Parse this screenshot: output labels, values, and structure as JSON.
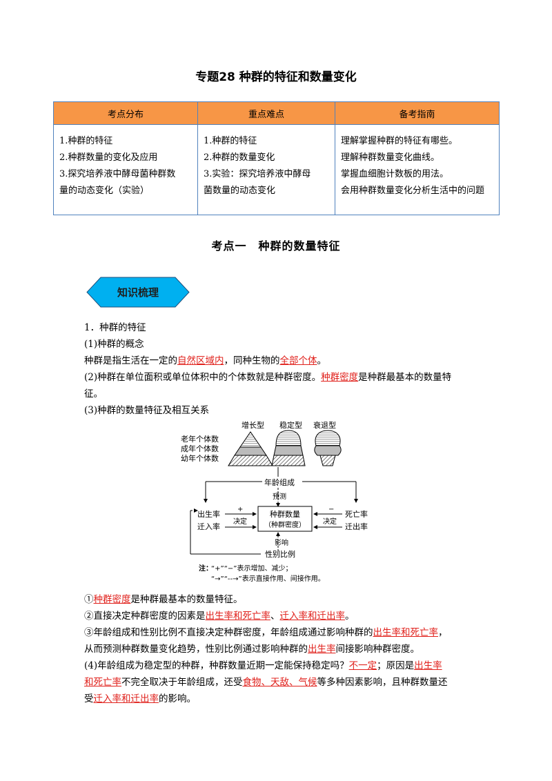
{
  "title": "专题28 种群的特征和数量变化",
  "table": {
    "headers": [
      "考点分布",
      "重点难点",
      "备考指南"
    ],
    "col1": [
      "1.种群的特征",
      "2.种群数量的变化及应用",
      "3.探究培养液中酵母菌种群数",
      "量的动态变化（实验）"
    ],
    "col2": [
      "1.种群的特征",
      "2.种群的数量变化",
      "3.实验：探究培养液中酵母",
      "菌数量的动态变化"
    ],
    "col3": [
      "理解掌握种群的特征有哪些。",
      "理解种群数量变化曲线。",
      "掌握血细胞计数板的用法。",
      "会用种群数量变化分析生活中的问题"
    ]
  },
  "section_title": "考点一　种群的数量特征",
  "badge": "知识梳理",
  "p1": "1．种群的特征",
  "p2": "(1)种群的概念",
  "p3": {
    "a": "种群是指生活在一定的",
    "b": "自然区域内",
    "c": "，同种生物的",
    "d": "全部个体",
    "e": "。"
  },
  "p4": {
    "a": "(2)种群在单位面积或单位体积中的个体数就是种群密度。",
    "b": "种群密度",
    "c": "是种群最基本的数量特",
    "d": "征。"
  },
  "p5": "(3)种群的数量特征及相互关系",
  "diagram": {
    "types": [
      "增长型",
      "稳定型",
      "衰退型"
    ],
    "ages": [
      "老年个体数",
      "成年个体数",
      "幼年个体数"
    ],
    "age_structure": "年龄组成",
    "predict": "预测",
    "birth": "出生率",
    "immigration": "迁入率",
    "death": "死亡率",
    "emigration": "迁出率",
    "decide_left": "决定",
    "decide_right": "决定",
    "plus": "+",
    "minus": "−",
    "center_line1": "种群数量",
    "center_line2": "（种群密度）",
    "influence": "影响",
    "sex_ratio": "性别比例",
    "note_label": "注：",
    "note1": "“+”“−”表示增加、减少；",
    "note2": "“→”“--→”表示直接作用、间接作用。"
  },
  "q1": {
    "a": "①",
    "b": "种群密度",
    "c": "是种群最基本的数量特征。"
  },
  "q2": {
    "a": "②直接决定种群密度的因素是",
    "b": "出生率和死亡率",
    "c": "、",
    "d": "迁入率和迁出率",
    "e": "。"
  },
  "q3": {
    "a": "③年龄组成和性别比例不直接决定种群密度，年龄组成通过影响种群的",
    "b": "出生率和死亡率",
    "c": "，",
    "d": "从而预测种群数量变化趋势，性别比例通过影响种群的",
    "e": "出生率",
    "f": "间接影响种群密度。"
  },
  "q4": {
    "a": "(4)年龄组成为稳定型的种群，种群数量近期一定能保持稳定吗？",
    "b": "不一定",
    "c": "；原因是",
    "d": "出生率",
    "e": "和死亡率",
    "f": "不完全取决于年龄组成，还受",
    "g": "食物、天敌、气候",
    "h": "等多种因素影响，且种群数量还",
    "i": "受",
    "j": "迁入率和迁出率",
    "k": "的影响。"
  }
}
